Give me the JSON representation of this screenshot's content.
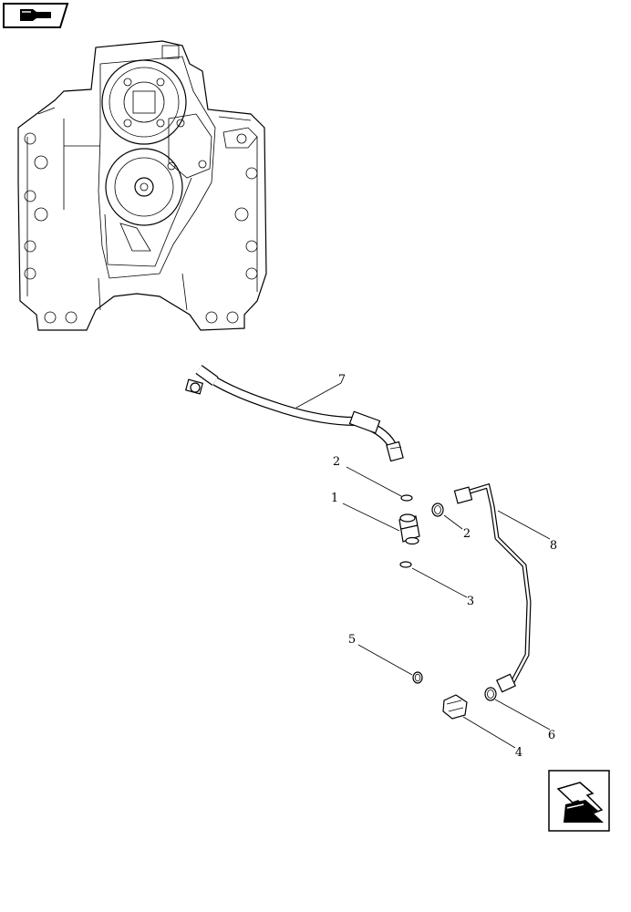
{
  "diagram": {
    "callouts": [
      {
        "id": "c7",
        "label": "7"
      },
      {
        "id": "c2a",
        "label": "2"
      },
      {
        "id": "c1",
        "label": "1"
      },
      {
        "id": "c2b",
        "label": "2"
      },
      {
        "id": "c8",
        "label": "8"
      },
      {
        "id": "c3",
        "label": "3"
      },
      {
        "id": "c5",
        "label": "5"
      },
      {
        "id": "c6",
        "label": "6"
      },
      {
        "id": "c4",
        "label": "4"
      }
    ]
  }
}
